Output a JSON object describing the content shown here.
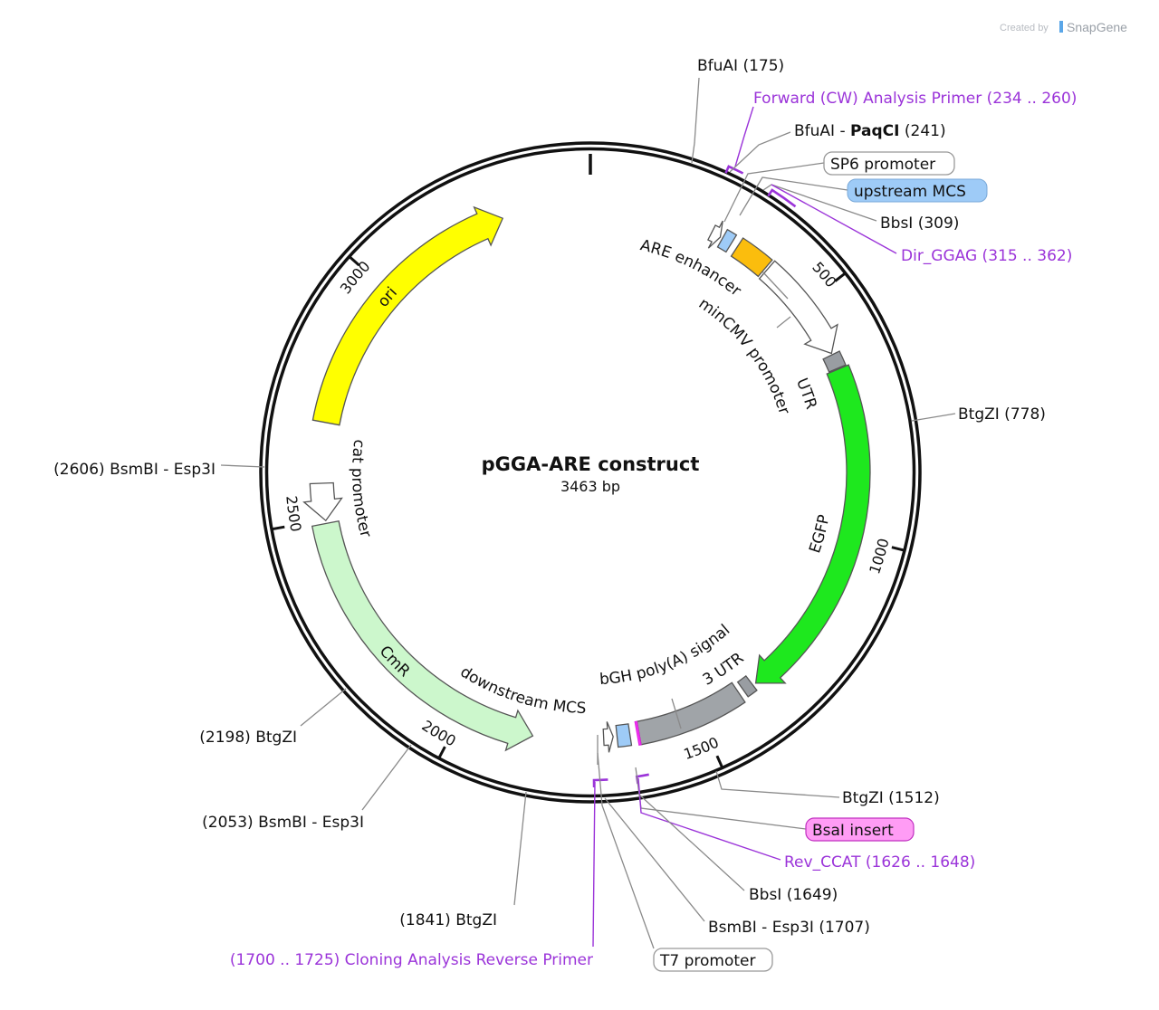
{
  "credit": {
    "prefix": "Created by",
    "brand": "SnapGene"
  },
  "plasmid": {
    "name": "pGGA-ARE construct",
    "length_label": "3463 bp",
    "length_bp": 3463
  },
  "ticks": [
    {
      "bp": 500,
      "label": "500"
    },
    {
      "bp": 1000,
      "label": "1000"
    },
    {
      "bp": 1500,
      "label": "1500"
    },
    {
      "bp": 2000,
      "label": "2000"
    },
    {
      "bp": 2500,
      "label": "2500"
    },
    {
      "bp": 3000,
      "label": "3000"
    }
  ],
  "features": [
    {
      "label": "ori",
      "start": 2700,
      "end": 3280,
      "direction": 1,
      "color": "#ffff00"
    },
    {
      "label": "EGFP",
      "start": 648,
      "end": 1365,
      "direction": 1,
      "color": "#1ee81e"
    },
    {
      "label": "UTR",
      "start": 616,
      "end": 646,
      "direction": 0,
      "color": "#999da2"
    },
    {
      "label": "minCMV promoter",
      "start": 395,
      "end": 613,
      "direction": 1,
      "color": "#ffffff"
    },
    {
      "label": "ARE enhancer",
      "start": 318,
      "end": 390,
      "direction": 0,
      "color": "#fbbd0d"
    },
    {
      "label": "",
      "start": 283,
      "end": 304,
      "direction": 0,
      "color": "#9ecbf7"
    },
    {
      "label": "",
      "start": 258,
      "end": 278,
      "direction": 1,
      "color": "#ffffff"
    },
    {
      "label": "cat promoter",
      "start": 2498,
      "end": 2575,
      "direction": -1,
      "color": "#ffffff"
    },
    {
      "label": "CmR",
      "start": 1850,
      "end": 2492,
      "direction": -1,
      "color": "#ccf7cc"
    },
    {
      "label": "3 UTR",
      "start": 1372,
      "end": 1394,
      "direction": 0,
      "color": "#999da2"
    },
    {
      "label": "bGH poly(A) signal",
      "start": 1405,
      "end": 1630,
      "direction": 0,
      "color": "#a0a4a8"
    },
    {
      "label": "",
      "start": 1630,
      "end": 1634,
      "direction": 0,
      "color": "#ff3fff"
    },
    {
      "label": "downstream MCS",
      "start": 1649,
      "end": 1676,
      "direction": 0,
      "color": "#9ecbf7"
    },
    {
      "label": "",
      "start": 1684,
      "end": 1704,
      "direction": -1,
      "color": "#ffffff"
    }
  ],
  "primers": [
    {
      "start": 234,
      "end": 260,
      "direction": 1
    },
    {
      "start": 315,
      "end": 362,
      "direction": 1
    },
    {
      "start": 1626,
      "end": 1648,
      "direction": -1
    },
    {
      "start": 1700,
      "end": 1725,
      "direction": -1
    }
  ],
  "labels": {
    "bfuai_175": "BfuAI  (175)",
    "fwd_primer": "Forward (CW) Analysis Primer  (234 .. 260)",
    "bfuai_paqci_a": "BfuAI - ",
    "bfuai_paqci_b": "PaqCI",
    "bfuai_paqci_c": "  (241)",
    "sp6": "SP6 promoter",
    "upstream_mcs": "upstream MCS",
    "bbsi_309": "BbsI  (309)",
    "dir_ggag": "Dir_GGAG  (315 .. 362)",
    "btgzi_778": "BtgZI  (778)",
    "btgzi_1512": "BtgZI  (1512)",
    "bsai_insert": "BsaI insert",
    "rev_ccat": "Rev_CCAT  (1626 .. 1648)",
    "bbsi_1649": "BbsI  (1649)",
    "bsmbi_1707": "BsmBI - Esp3I  (1707)",
    "t7": "T7 promoter",
    "cloning_rev": "(1700 .. 1725)  Cloning Analysis Reverse Primer",
    "btgzi_1841": "(1841)  BtgZI",
    "bsmbi_2053": "(2053)  BsmBI - Esp3I",
    "btgzi_2198": "(2198)  BtgZI",
    "bsmbi_2606": "(2606)  BsmBI - Esp3I"
  },
  "colors": {
    "primer": "#9b34d9",
    "backbone": "#111111"
  }
}
